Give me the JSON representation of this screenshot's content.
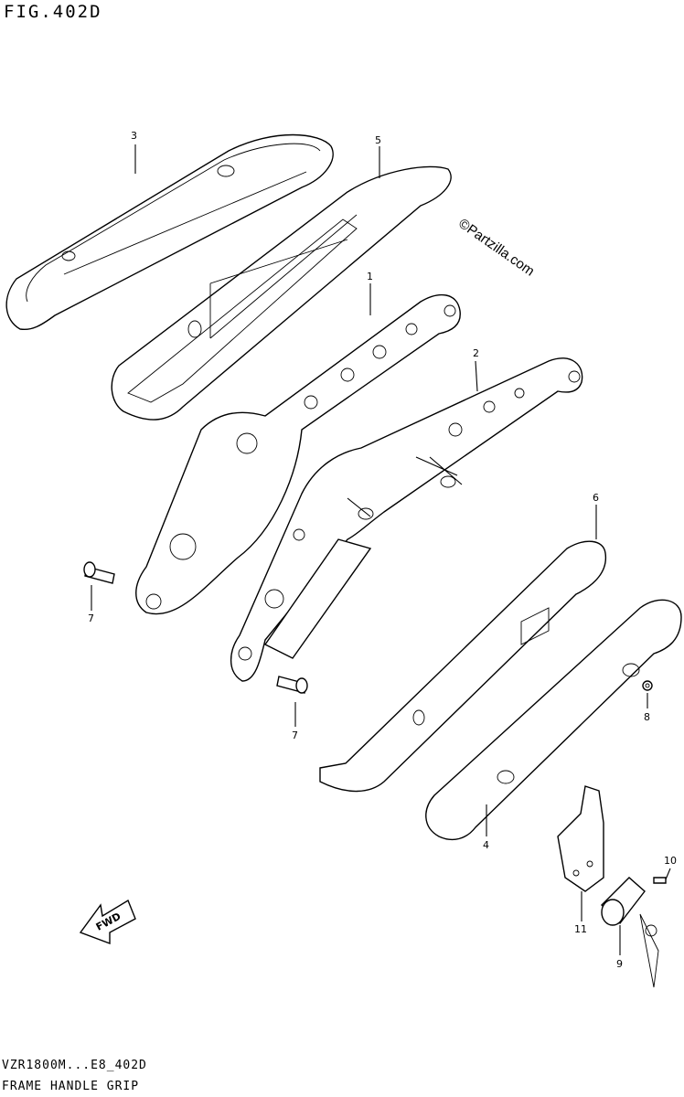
{
  "figure": {
    "title": "FIG.402D",
    "watermark": "©Partzilla.com",
    "footer_code": "VZR1800M...E8_402D",
    "footer_name": "FRAME HANDLE GRIP"
  },
  "callouts": [
    {
      "id": "c-1",
      "label": "1"
    },
    {
      "id": "c-2",
      "label": "2"
    },
    {
      "id": "c-3",
      "label": "3"
    },
    {
      "id": "c-4",
      "label": "4"
    },
    {
      "id": "c-5",
      "label": "5"
    },
    {
      "id": "c-6",
      "label": "6"
    },
    {
      "id": "c-7a",
      "label": "7"
    },
    {
      "id": "c-7b",
      "label": "7"
    },
    {
      "id": "c-8",
      "label": "8"
    },
    {
      "id": "c-9",
      "label": "9"
    },
    {
      "id": "c-10",
      "label": "10"
    },
    {
      "id": "c-11",
      "label": "11"
    }
  ],
  "arrow": {
    "label": "FWD"
  }
}
